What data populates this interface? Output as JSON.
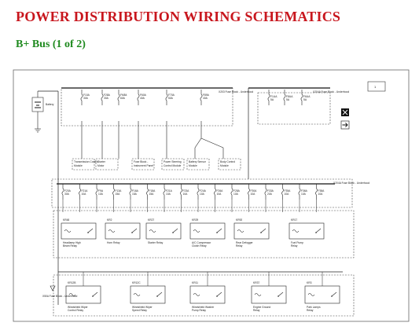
{
  "header": {
    "title": "POWER DISTRIBUTION WIRING SCHEMATICS",
    "subtitle": "B+ Bus (1 of 2)"
  },
  "diagram": {
    "page_ref": "1",
    "battery_label": "Battery",
    "top_fuse_block_label": "X203 Fuse Block - Underhood",
    "right_fuse_block_label": "X204A Fuse Block - Underhood",
    "lower_fuse_block_label": "X204A Fuse Block - Underhood",
    "left_fuse_block_label": "X50A Fuse Block - Underhood",
    "top_fuses": [
      {
        "id": "F10A",
        "amp": "30A"
      },
      {
        "id": "F28A",
        "amp": "30A"
      },
      {
        "id": "FM84",
        "amp": "60A"
      },
      {
        "id": "F60A",
        "amp": "40A"
      },
      {
        "id": "F70A",
        "amp": "50A"
      },
      {
        "id": "F89A",
        "amp": "40A"
      }
    ],
    "top_right_fuses": [
      {
        "id": "F1UA",
        "amp": "5A"
      },
      {
        "id": "F8UA",
        "amp": "5A"
      },
      {
        "id": "F6UA",
        "amp": "5A"
      }
    ],
    "fuse_row": [
      {
        "id": "F20A",
        "amp": "30A"
      },
      {
        "id": "F21A",
        "amp": "10A"
      },
      {
        "id": "F9A",
        "amp": "10A"
      },
      {
        "id": "F13A",
        "amp": "15A"
      },
      {
        "id": "F16A",
        "amp": "15A"
      },
      {
        "id": "F18A",
        "amp": "15A"
      },
      {
        "id": "F21A",
        "amp": "10A"
      },
      {
        "id": "F23A",
        "amp": "10A"
      },
      {
        "id": "F24A",
        "amp": "10A"
      },
      {
        "id": "F26A",
        "amp": "10A"
      },
      {
        "id": "F28A",
        "amp": "10A"
      },
      {
        "id": "F30A",
        "amp": "10A"
      },
      {
        "id": "F33A",
        "amp": "20A"
      },
      {
        "id": "F35A",
        "amp": "10A"
      },
      {
        "id": "F36A",
        "amp": "10A"
      },
      {
        "id": "F38A",
        "amp": "10A"
      }
    ],
    "components": [
      {
        "label": "Transmission Control Module"
      },
      {
        "label": "Starter Motor"
      },
      {
        "label": "Fuse Block - Instrument Panel"
      },
      {
        "label": "Power Steering Control Module"
      },
      {
        "label": "Battery Sensor Module"
      },
      {
        "label": "Body Control Module"
      }
    ],
    "relays_mid": [
      {
        "id": "KR48",
        "label": "Headlamp High Beam Relay"
      },
      {
        "id": "KR2",
        "label": "Horn Relay"
      },
      {
        "id": "KR27",
        "label": "Starter Relay"
      },
      {
        "id": "KR29",
        "label": "A/C Compressor Clutch Relay"
      },
      {
        "id": "KR92",
        "label": "Rear Defogger Relay"
      },
      {
        "id": "KR17",
        "label": "Fuel Pump Relay"
      }
    ],
    "relays_bottom": [
      {
        "id": "KR12B",
        "label": "Windshield Wiper Control Relay"
      },
      {
        "id": "KR12C",
        "label": "Windshield Wiper Speed Relay"
      },
      {
        "id": "KR11",
        "label": "Windshield Washer Pump Relay"
      },
      {
        "id": "KR37",
        "label": "Engine Ground Relay"
      },
      {
        "id": "KR3",
        "label": "Park Lamps Relay"
      }
    ]
  }
}
